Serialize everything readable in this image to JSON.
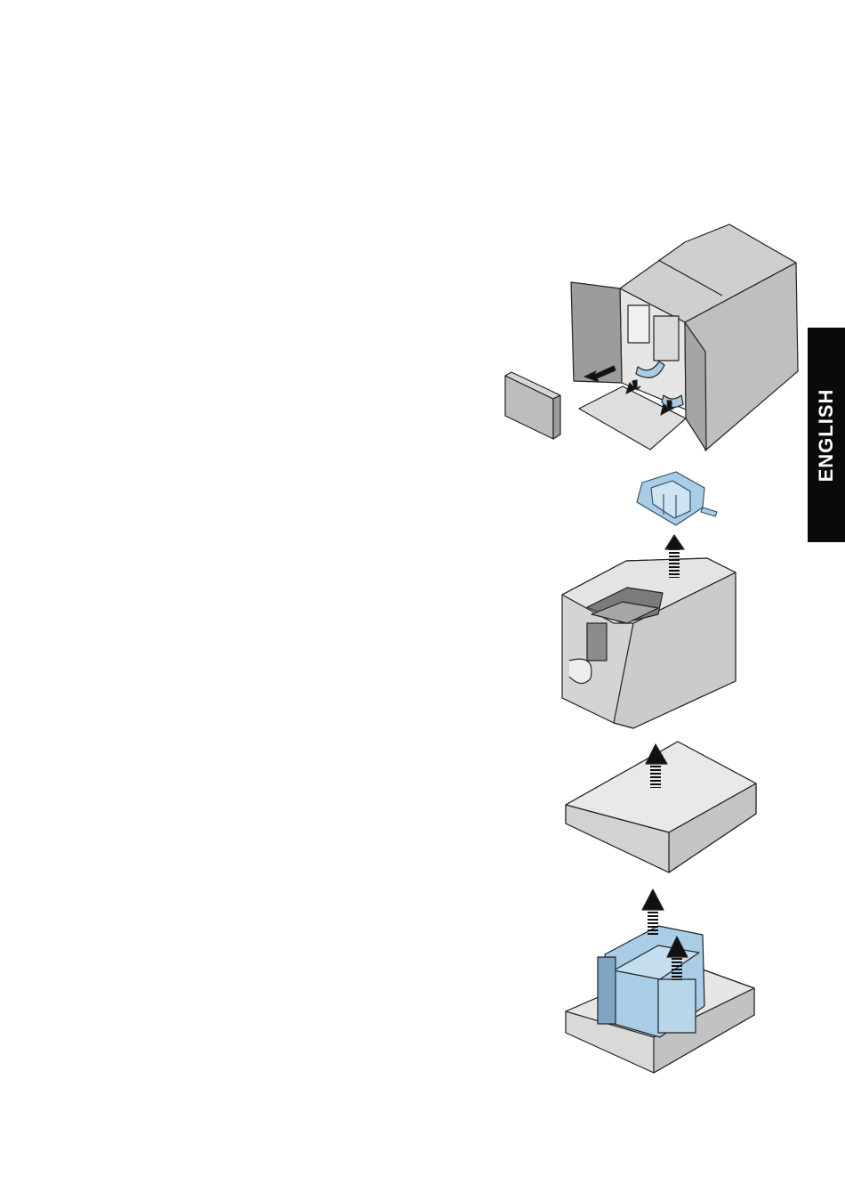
{
  "side_tab": {
    "language_label": "ENGLISH"
  },
  "colors": {
    "carton": "#c9c9c9",
    "carton_dark": "#9a9a9a",
    "foam": "#d7d7d7",
    "part_highlight": "#a9cde6",
    "arrow": "#111111",
    "tab_background": "#0a0a0a"
  },
  "figures": [
    {
      "name": "open-carton",
      "arrows": 3
    },
    {
      "name": "packaging-insert",
      "arrows": 0
    },
    {
      "name": "foam-block-top",
      "arrows": 1
    },
    {
      "name": "foam-lid",
      "arrows": 1
    },
    {
      "name": "machine-in-foam-base",
      "arrows": 2
    }
  ]
}
